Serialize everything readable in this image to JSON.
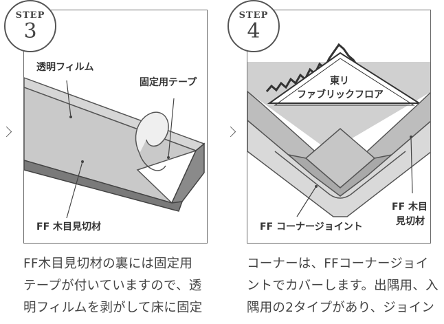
{
  "steps": [
    {
      "step_word": "STEP",
      "number": "3",
      "labels": {
        "film": "透明フィルム",
        "tape": "固定用テープ",
        "molding": "FF 木目見切材"
      },
      "description_lines": [
        "FF木目見切材の裏には固定用",
        "テープが付いていますので、透",
        "明フィルムを剥がして床に固定"
      ]
    },
    {
      "step_word": "STEP",
      "number": "4",
      "labels": {
        "floor_line1": "東リ",
        "floor_line2": "ファブリックフロア",
        "joint": "FF コーナージョイント",
        "molding_line1": "FF 木目",
        "molding_line2": "見切材"
      },
      "description_lines": [
        "コーナーは、FFコーナージョイ",
        "ントでカバーします。出隅用、入",
        "隅用の2タイプがあり、ジョイン"
      ]
    }
  ],
  "icons": {
    "next_arrow": "chevron-right-icon"
  }
}
